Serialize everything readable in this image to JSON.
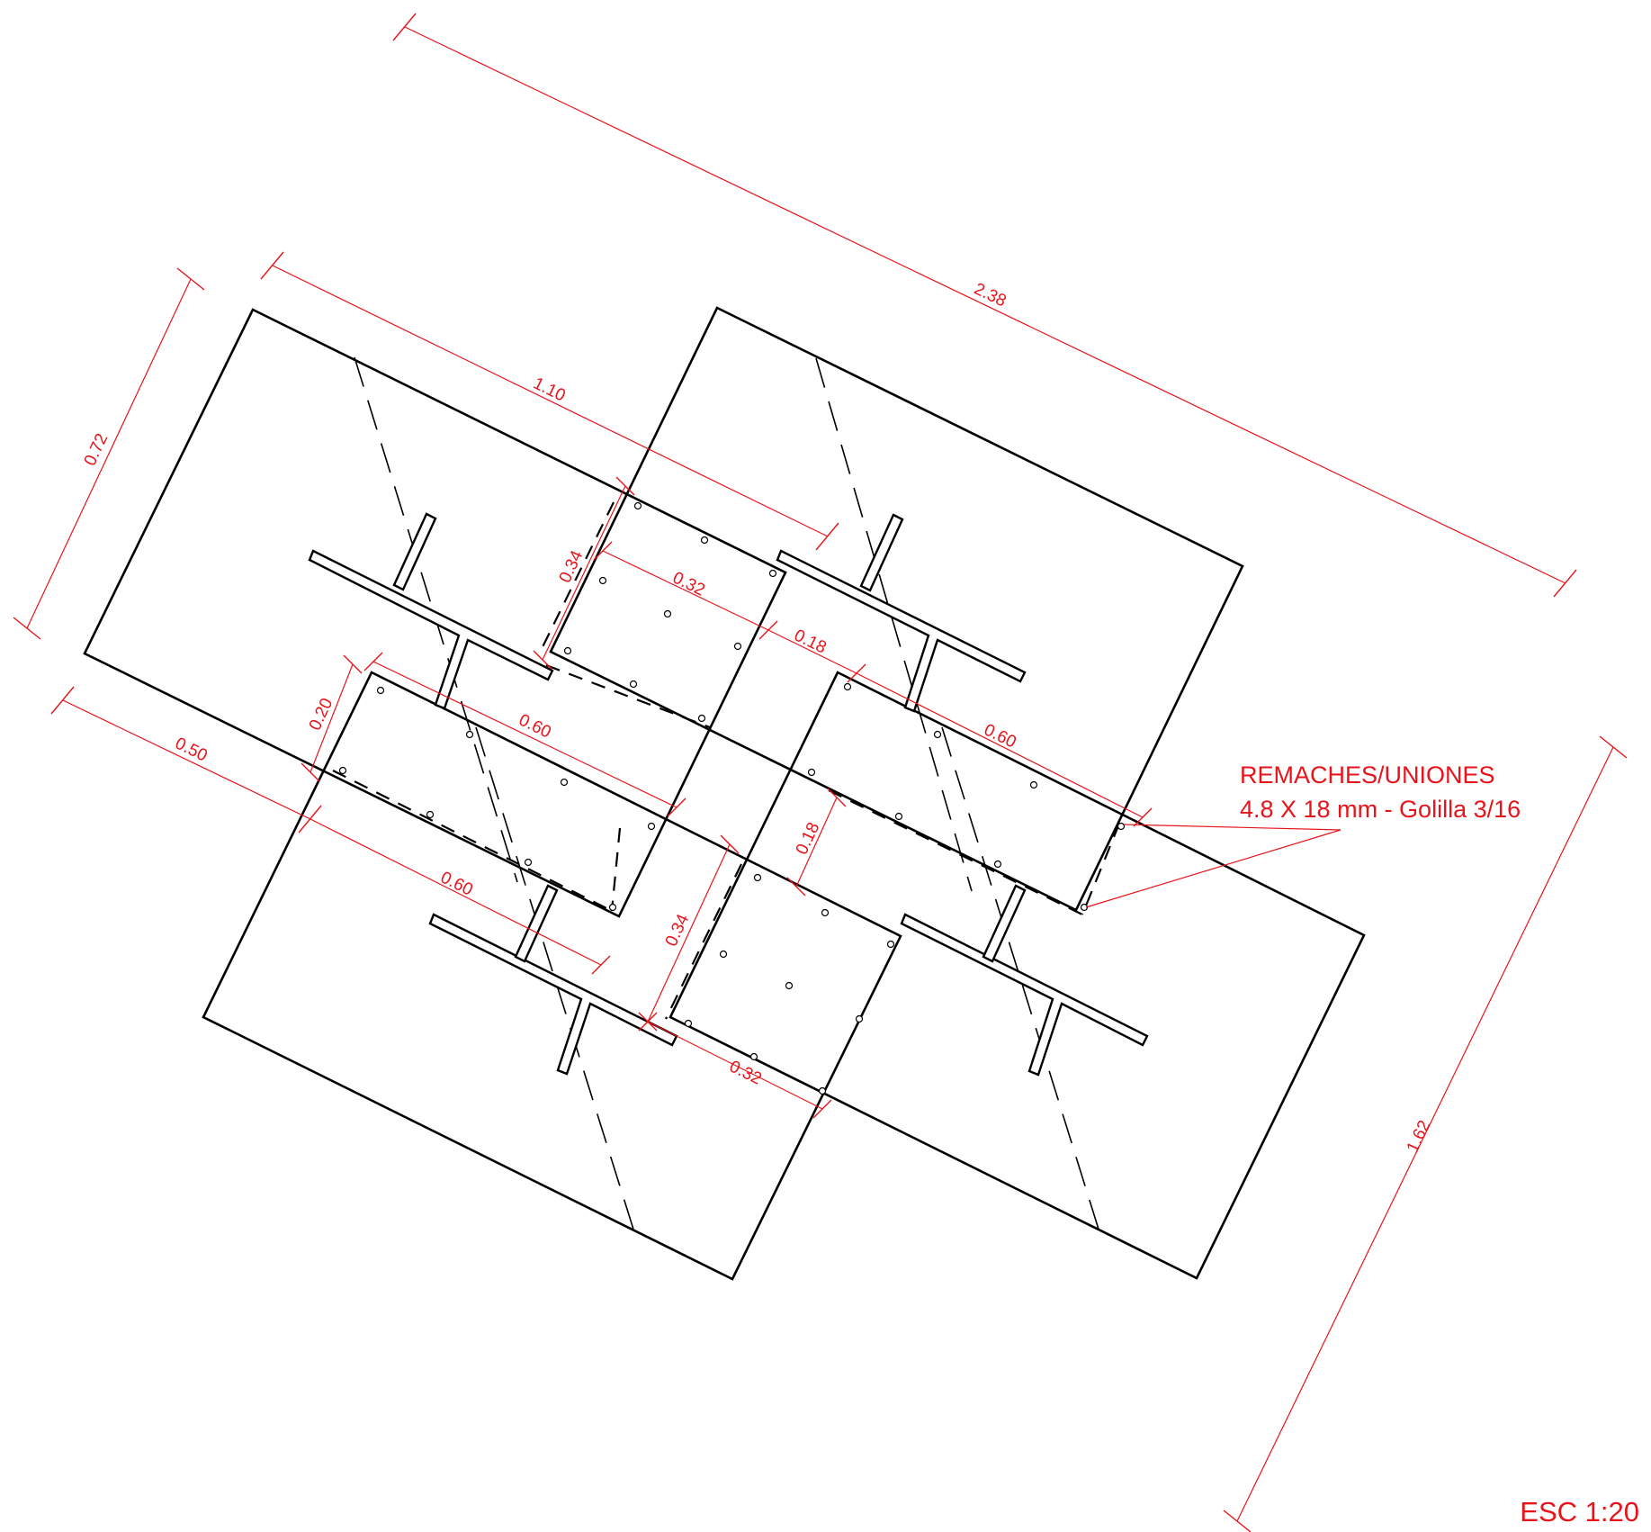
{
  "colors": {
    "dimension": "#e8141b",
    "linework": "#000000",
    "background": "#ffffff"
  },
  "dimensions": {
    "d238": "2.38",
    "d110": "1.10",
    "d072": "0.72",
    "d034_top": "0.34",
    "d032_top": "0.32",
    "d018_right": "0.18",
    "d060_right": "0.60",
    "d020": "0.20",
    "d060_left": "0.60",
    "d050": "0.50",
    "d060_bottom": "0.60",
    "d018_center": "0.18",
    "d034_bottom": "0.34",
    "d032_bottom": "0.32",
    "d162": "1.62"
  },
  "note": {
    "line1": "REMACHES/UNIONES",
    "line2": "4.8 X 18 mm - Golilla 3/16"
  },
  "scale": "ESC 1:20"
}
